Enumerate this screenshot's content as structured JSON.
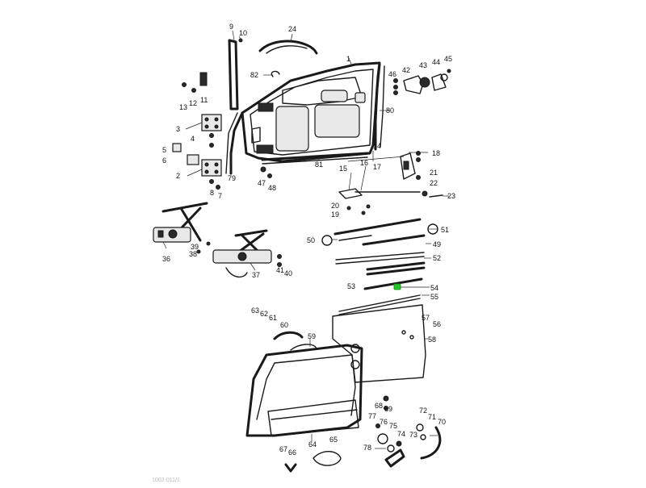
{
  "diagram": {
    "highlight_color": "#26c62a",
    "callouts": [
      "1",
      "2",
      "3",
      "4",
      "5",
      "6",
      "7",
      "8",
      "9",
      "10",
      "11",
      "12",
      "13",
      "14",
      "15",
      "16",
      "17",
      "18",
      "19",
      "20",
      "21",
      "22",
      "23",
      "24",
      "36",
      "37",
      "39",
      "38",
      "40",
      "41",
      "42",
      "43",
      "44",
      "45",
      "46",
      "47",
      "48",
      "49",
      "50",
      "51",
      "52",
      "53",
      "54",
      "55",
      "56",
      "57",
      "58",
      "59",
      "60",
      "61",
      "62",
      "63",
      "64",
      "65",
      "66",
      "67",
      "68",
      "69",
      "70",
      "71",
      "72",
      "73",
      "74",
      "75",
      "76",
      "77",
      "78",
      "79",
      "80",
      "81",
      "82"
    ],
    "footer_text": "1002-011/1"
  }
}
